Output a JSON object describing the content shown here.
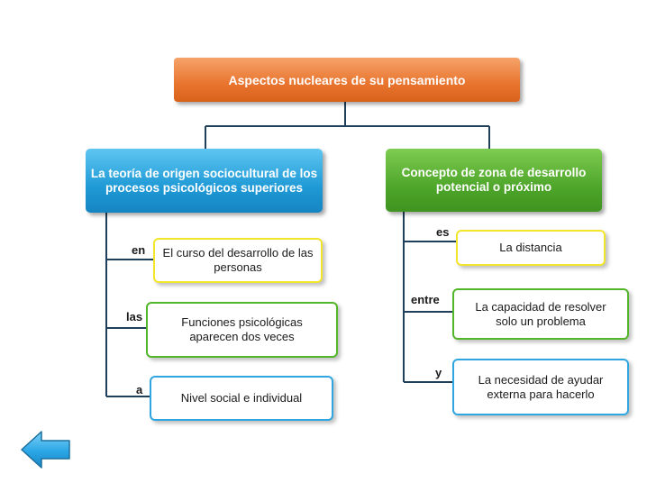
{
  "title": "Aspectos nucleares de su pensamiento",
  "left": {
    "title": "La teoría de origen sociocultural de los procesos psicológicos superiores",
    "items": [
      {
        "connector": "en",
        "text": "El curso del desarrollo de las personas"
      },
      {
        "connector": "las",
        "text": "Funciones psicológicas aparecen dos veces"
      },
      {
        "connector": "a",
        "text": "Nivel social e individual"
      }
    ]
  },
  "right": {
    "title": "Concepto de zona de desarrollo potencial o próximo",
    "items": [
      {
        "connector": "es",
        "text": "La distancia"
      },
      {
        "connector": "entre",
        "text": "La capacidad de resolver solo un problema"
      },
      {
        "connector": "y",
        "text": "La necesidad de ayudar externa para hacerlo"
      }
    ]
  },
  "colors": {
    "header": "#e8742e",
    "left_branch": "#1f9ad6",
    "right_branch": "#4ea62a",
    "border_yellow": "#f2e62a",
    "border_green": "#52b52a",
    "border_blue": "#2fa6e0",
    "back_button": "#2aa6e6"
  },
  "icons": {
    "back_button": "left-arrow-icon"
  }
}
